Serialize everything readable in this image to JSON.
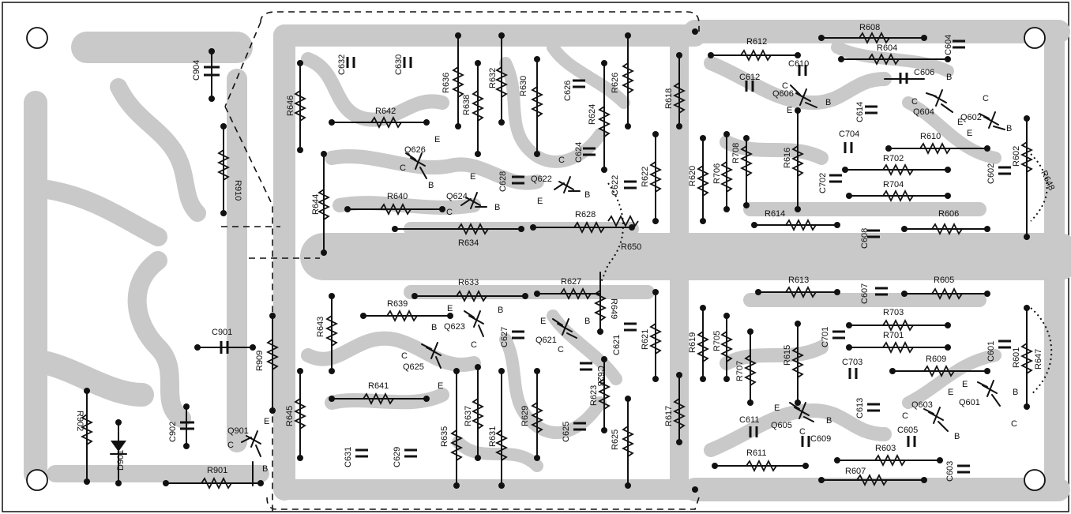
{
  "labels": {
    "resistors": [
      {
        "id": "r612",
        "text": "R612"
      },
      {
        "id": "r608",
        "text": "R608"
      },
      {
        "id": "r604",
        "text": "R604"
      },
      {
        "id": "r646",
        "text": "R646"
      },
      {
        "id": "r642",
        "text": "R642"
      },
      {
        "id": "r636",
        "text": "R636"
      },
      {
        "id": "r638",
        "text": "R638"
      },
      {
        "id": "r632",
        "text": "R632"
      },
      {
        "id": "r630",
        "text": "R630"
      },
      {
        "id": "r626",
        "text": "R626"
      },
      {
        "id": "r624",
        "text": "R624"
      },
      {
        "id": "r618",
        "text": "R618"
      },
      {
        "id": "r910",
        "text": "R910"
      },
      {
        "id": "r644",
        "text": "R644"
      },
      {
        "id": "r640",
        "text": "R640"
      },
      {
        "id": "r634",
        "text": "R634"
      },
      {
        "id": "r628",
        "text": "R628"
      },
      {
        "id": "r622",
        "text": "R622"
      },
      {
        "id": "r620",
        "text": "R620"
      },
      {
        "id": "r706",
        "text": "R706"
      },
      {
        "id": "r708",
        "text": "R708"
      },
      {
        "id": "r616",
        "text": "R616"
      },
      {
        "id": "r610",
        "text": "R610"
      },
      {
        "id": "r702",
        "text": "R702"
      },
      {
        "id": "r704",
        "text": "R704"
      },
      {
        "id": "r602",
        "text": "R602"
      },
      {
        "id": "r648",
        "text": "R648"
      },
      {
        "id": "r614",
        "text": "R614"
      },
      {
        "id": "r606",
        "text": "R606"
      },
      {
        "id": "r650",
        "text": "R650"
      },
      {
        "id": "r633",
        "text": "R633"
      },
      {
        "id": "r627",
        "text": "R627"
      },
      {
        "id": "r613",
        "text": "R613"
      },
      {
        "id": "r605",
        "text": "R605"
      },
      {
        "id": "r639",
        "text": "R639"
      },
      {
        "id": "r649",
        "text": "R649"
      },
      {
        "id": "r703",
        "text": "R703"
      },
      {
        "id": "r701",
        "text": "R701"
      },
      {
        "id": "r643",
        "text": "R643"
      },
      {
        "id": "r909",
        "text": "R909"
      },
      {
        "id": "r621",
        "text": "R621"
      },
      {
        "id": "r619",
        "text": "R619"
      },
      {
        "id": "r705",
        "text": "R705"
      },
      {
        "id": "r615",
        "text": "R615"
      },
      {
        "id": "r707",
        "text": "R707"
      },
      {
        "id": "r609",
        "text": "R609"
      },
      {
        "id": "r601",
        "text": "R601"
      },
      {
        "id": "r647",
        "text": "R647"
      },
      {
        "id": "r641",
        "text": "R641"
      },
      {
        "id": "r623",
        "text": "R623"
      },
      {
        "id": "r617",
        "text": "R617"
      },
      {
        "id": "r645",
        "text": "R645"
      },
      {
        "id": "r637",
        "text": "R637"
      },
      {
        "id": "r635",
        "text": "R635"
      },
      {
        "id": "r631",
        "text": "R631"
      },
      {
        "id": "r629",
        "text": "R629"
      },
      {
        "id": "r625",
        "text": "R625"
      },
      {
        "id": "r902",
        "text": "R902"
      },
      {
        "id": "r901",
        "text": "R901"
      },
      {
        "id": "r611",
        "text": "R611"
      },
      {
        "id": "r603",
        "text": "R603"
      },
      {
        "id": "r607",
        "text": "R607"
      }
    ],
    "capacitors": [
      {
        "id": "c904",
        "text": "C904"
      },
      {
        "id": "c632",
        "text": "C632"
      },
      {
        "id": "c630",
        "text": "C630"
      },
      {
        "id": "c626",
        "text": "C626"
      },
      {
        "id": "c610",
        "text": "C610"
      },
      {
        "id": "c612",
        "text": "C612"
      },
      {
        "id": "c606",
        "text": "C606"
      },
      {
        "id": "c604",
        "text": "C604"
      },
      {
        "id": "c614",
        "text": "C614"
      },
      {
        "id": "c624",
        "text": "C624"
      },
      {
        "id": "c628",
        "text": "C628"
      },
      {
        "id": "c622",
        "text": "C622"
      },
      {
        "id": "c704",
        "text": "C704"
      },
      {
        "id": "c702",
        "text": "C702"
      },
      {
        "id": "c602",
        "text": "C602"
      },
      {
        "id": "c608",
        "text": "C608"
      },
      {
        "id": "c607",
        "text": "C607"
      },
      {
        "id": "c627",
        "text": "C627"
      },
      {
        "id": "c621",
        "text": "C621"
      },
      {
        "id": "c901",
        "text": "C901"
      },
      {
        "id": "c701",
        "text": "C701"
      },
      {
        "id": "c601",
        "text": "C601"
      },
      {
        "id": "c623",
        "text": "C623"
      },
      {
        "id": "c703",
        "text": "C703"
      },
      {
        "id": "c613",
        "text": "C613"
      },
      {
        "id": "c902",
        "text": "C902"
      },
      {
        "id": "c611",
        "text": "C611"
      },
      {
        "id": "c609",
        "text": "C609"
      },
      {
        "id": "c605",
        "text": "C605"
      },
      {
        "id": "c625",
        "text": "C625"
      },
      {
        "id": "c631",
        "text": "C631"
      },
      {
        "id": "c629",
        "text": "C629"
      },
      {
        "id": "c603",
        "text": "C603"
      }
    ],
    "transistors": [
      {
        "id": "q606",
        "text": "Q606"
      },
      {
        "id": "q604",
        "text": "Q604"
      },
      {
        "id": "q602",
        "text": "Q602"
      },
      {
        "id": "q626",
        "text": "Q626"
      },
      {
        "id": "q624",
        "text": "Q624"
      },
      {
        "id": "q622",
        "text": "Q622"
      },
      {
        "id": "q623",
        "text": "Q623"
      },
      {
        "id": "q621",
        "text": "Q621"
      },
      {
        "id": "q625",
        "text": "Q625"
      },
      {
        "id": "q603",
        "text": "Q603"
      },
      {
        "id": "q601",
        "text": "Q601"
      },
      {
        "id": "q605",
        "text": "Q605"
      },
      {
        "id": "q901",
        "text": "Q901"
      }
    ],
    "diodes": [
      {
        "id": "d901",
        "text": "D901"
      }
    ],
    "pins": [
      {
        "id": "q606_e",
        "text": "E"
      },
      {
        "id": "q606_b",
        "text": "B"
      },
      {
        "id": "q606_c",
        "text": "C"
      },
      {
        "id": "q604_c",
        "text": "C"
      },
      {
        "id": "q604_b",
        "text": "B"
      },
      {
        "id": "q604_e",
        "text": "E"
      },
      {
        "id": "q602_c",
        "text": "C"
      },
      {
        "id": "q602_e",
        "text": "E"
      },
      {
        "id": "q602_b",
        "text": "B"
      },
      {
        "id": "q626_e",
        "text": "E"
      },
      {
        "id": "q626_c",
        "text": "C"
      },
      {
        "id": "q626_b",
        "text": "B"
      },
      {
        "id": "q624_e",
        "text": "E"
      },
      {
        "id": "q624_c",
        "text": "C"
      },
      {
        "id": "q624_b",
        "text": "B"
      },
      {
        "id": "q622_c",
        "text": "C"
      },
      {
        "id": "q622_e",
        "text": "E"
      },
      {
        "id": "q622_b",
        "text": "B"
      },
      {
        "id": "q623_e",
        "text": "E"
      },
      {
        "id": "q623_b",
        "text": "B"
      },
      {
        "id": "q623_c",
        "text": "C"
      },
      {
        "id": "q621_e",
        "text": "E"
      },
      {
        "id": "q621_b",
        "text": "B"
      },
      {
        "id": "q621_c",
        "text": "C"
      },
      {
        "id": "q625_b",
        "text": "B"
      },
      {
        "id": "q625_c",
        "text": "C"
      },
      {
        "id": "q625_e",
        "text": "E"
      },
      {
        "id": "q603_e",
        "text": "E"
      },
      {
        "id": "q603_c",
        "text": "C"
      },
      {
        "id": "q603_b",
        "text": "B"
      },
      {
        "id": "q601_e",
        "text": "E"
      },
      {
        "id": "q601_b",
        "text": "B"
      },
      {
        "id": "q601_c",
        "text": "C"
      },
      {
        "id": "q605_e",
        "text": "E"
      },
      {
        "id": "q605_b",
        "text": "B"
      },
      {
        "id": "q605_c",
        "text": "C"
      },
      {
        "id": "q901_e",
        "text": "E"
      },
      {
        "id": "q901_c",
        "text": "C"
      },
      {
        "id": "q901_b",
        "text": "B"
      }
    ]
  },
  "colors": {
    "trace": "#c9c9c9",
    "ink": "#111111",
    "board": "#ffffff"
  }
}
